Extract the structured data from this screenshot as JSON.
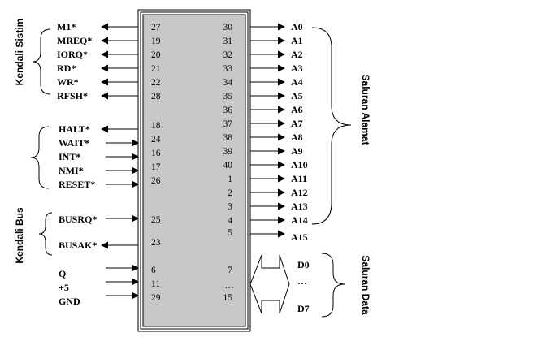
{
  "chip": {
    "left_pins": [
      "27",
      "19",
      "20",
      "21",
      "22",
      "28",
      "18",
      "24",
      "16",
      "17",
      "26",
      "25",
      "23",
      "6",
      "11",
      "29"
    ],
    "right_pins": [
      "30",
      "31",
      "32",
      "33",
      "34",
      "35",
      "36",
      "37",
      "38",
      "39",
      "40",
      "1",
      "2",
      "3",
      "4",
      "5",
      "7",
      "…",
      "15"
    ]
  },
  "left_signals": [
    "M1*",
    "MREQ*",
    "IORQ*",
    "RD*",
    "WR*",
    "RFSH*",
    "HALT*",
    "WAIT*",
    "INT*",
    "NMI*",
    "RESET*",
    "BUSRQ*",
    "BUSAK*",
    "Q",
    "+5",
    "GND"
  ],
  "address_lines": [
    "A0",
    "A1",
    "A2",
    "A3",
    "A4",
    "A5",
    "A6",
    "A7",
    "A8",
    "A9",
    "A10",
    "A11",
    "A12",
    "A13",
    "A14",
    "A15"
  ],
  "data_lines": [
    "D0",
    "…",
    "D7"
  ],
  "groups": {
    "kendali_sistim": "Kendali Sistim",
    "kendali_bus": "Kendali Bus",
    "saluran_alamat": "Saluran Alamat",
    "saluran_data": "Saluran Data"
  }
}
